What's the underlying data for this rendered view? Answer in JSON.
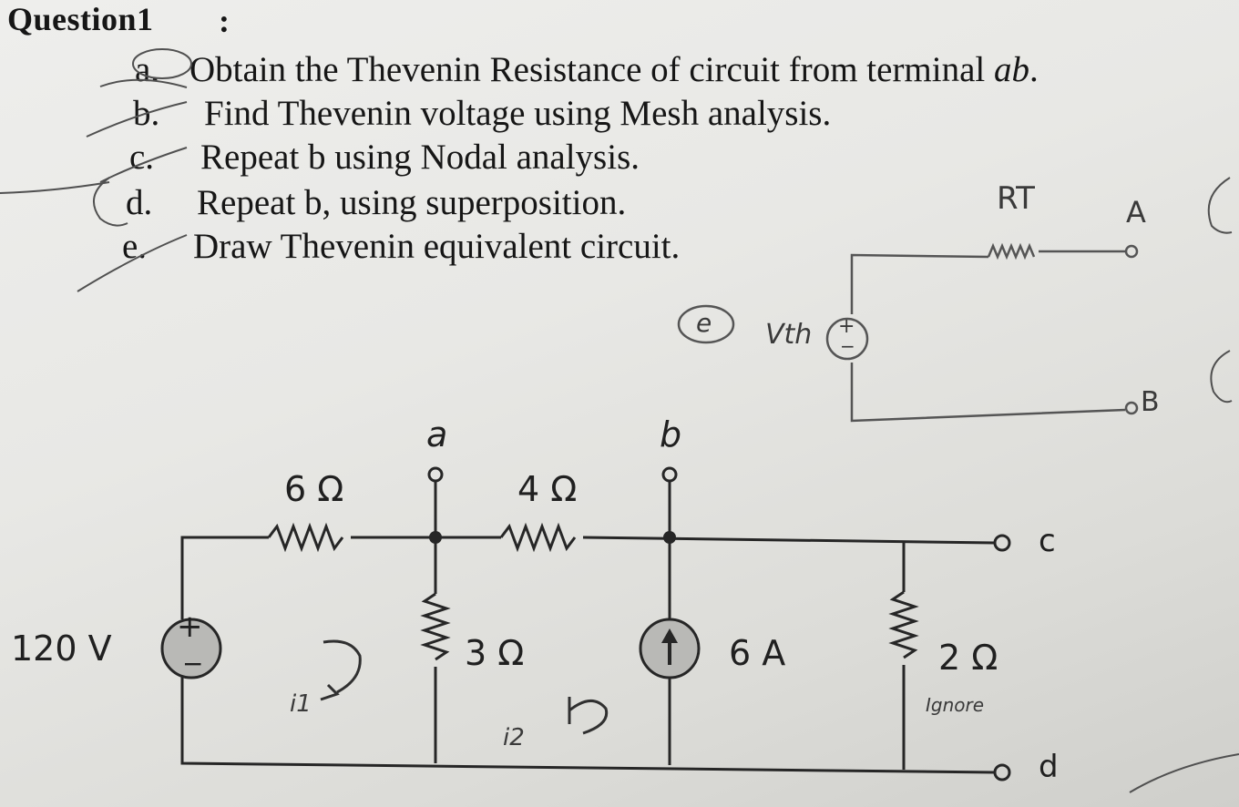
{
  "question": {
    "title": "Question1",
    "colon": ":",
    "parts": [
      {
        "label": "a.",
        "text": "Obtain the Thevenin Resistance of circuit from terminal ",
        "italic": "ab",
        "end": "."
      },
      {
        "label": "b.",
        "text": "Find Thevenin voltage using Mesh analysis."
      },
      {
        "label": "c.",
        "text": "Repeat b using Nodal analysis."
      },
      {
        "label": "d.",
        "text": "Repeat b, using superposition."
      },
      {
        "label": "e.",
        "text": "Draw Thevenin equivalent circuit."
      }
    ]
  },
  "circuit": {
    "source_voltage": "120 V",
    "r1": "6 Ω",
    "r2": "4 Ω",
    "r3": "3 Ω",
    "r4": "2 Ω",
    "current_source": "6 A",
    "terminal_a": "a",
    "terminal_b": "b",
    "terminal_c": "c",
    "terminal_d": "d",
    "plus": "+",
    "minus": "−"
  },
  "annotations": {
    "rt_label": "RT",
    "node_A": "A",
    "node_B": "B",
    "vth_label": "Vth",
    "part_e": "e",
    "mesh_i1": "i1",
    "mesh_i2": "i2",
    "ignore_note": "Ignore"
  }
}
